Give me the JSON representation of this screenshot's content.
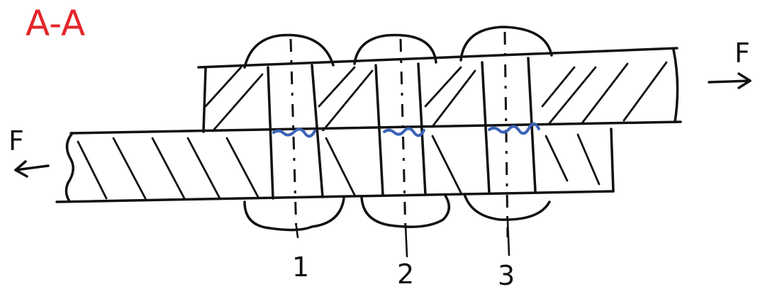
{
  "title": "A-A",
  "force_right_label": "F",
  "force_left_label": "F",
  "rivets": [
    {
      "label": "1"
    },
    {
      "label": "2"
    },
    {
      "label": "3"
    }
  ],
  "colors": {
    "title": "#e3262b",
    "shear_line": "#3a63b8",
    "ink": "#111111"
  }
}
